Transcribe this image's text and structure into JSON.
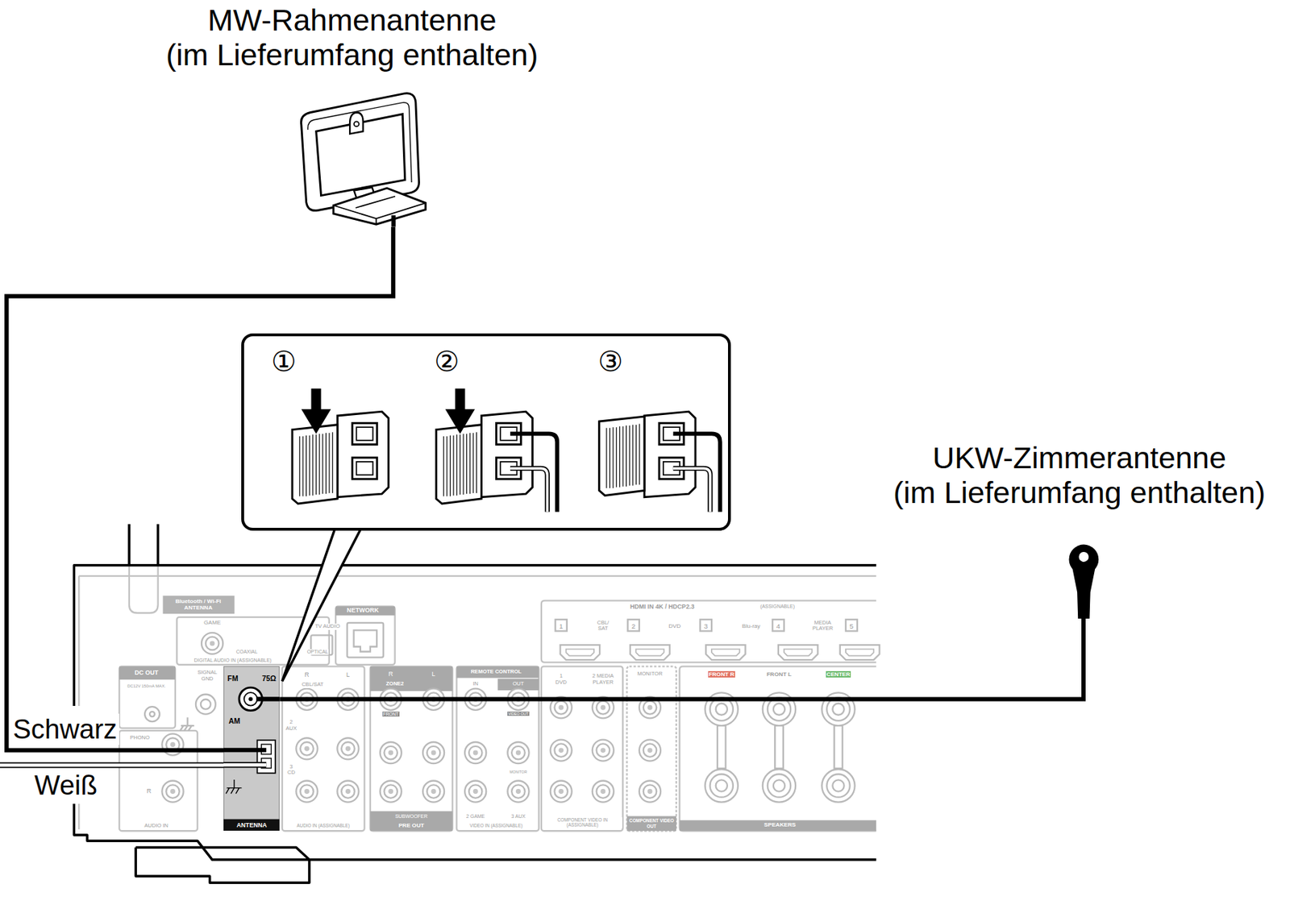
{
  "diagram": {
    "nodes": [
      {
        "text": [
          "MW-Rahmenantenne (im Lieferumfang enthalten)"
        ]
      },
      {
        "text": [
          "①",
          "②",
          "③"
        ]
      },
      {
        "text": [
          "UKW-Zimmerantenne (im Lieferumfang enthalten)"
        ]
      },
      {
        "text": [
          "FM",
          "75Ω",
          "AM",
          "ANTENNA"
        ]
      }
    ],
    "edges": [
      {
        "from": 0,
        "to": 3,
        "arrow": "none"
      },
      {
        "from": 2,
        "to": 3,
        "arrow": "none"
      }
    ],
    "labels": [
      "Schwarz",
      "Weiß",
      "Bluetooth / Wi-Fi ANTENNA",
      "NETWORK",
      "GAME",
      "TV AUDIO",
      "COAXIAL",
      "OPTICAL",
      "DIGITAL AUDIO IN (ASSIGNABLE)",
      "HDMI IN 4K / HDCP2.3",
      "(ASSIGNABLE)",
      "1",
      "CBL/ SAT",
      "2",
      "DVD",
      "3",
      "Blu-ray",
      "4",
      "MEDIA PLAYER",
      "5",
      "DC OUT",
      "DC12V 150mA MAX.",
      "SIGNAL GND",
      "PHONO",
      "R",
      "AUDIO IN",
      "R",
      "L",
      "CBL/SAT",
      "2 AUX",
      "3 CD",
      "AUDIO IN (ASSIGNABLE)",
      "R",
      "ZONE2",
      "L",
      "FRONT",
      "SUBWOOFER",
      "PRE OUT",
      "REMOTE CONTROL",
      "IN",
      "OUT",
      "VIDEO OUT",
      "MONITOR",
      "2 GAME",
      "3 AUX",
      "VIDEO IN (ASSIGNABLE)",
      "1 DVD",
      "2 MEDIA PLAYER",
      "COMPONENT VIDEO IN (ASSIGNABLE)",
      "MONITOR",
      "COMPONENT VIDEO OUT",
      "FRONT R",
      "FRONT L",
      "CENTER",
      "SPEAKERS"
    ]
  }
}
